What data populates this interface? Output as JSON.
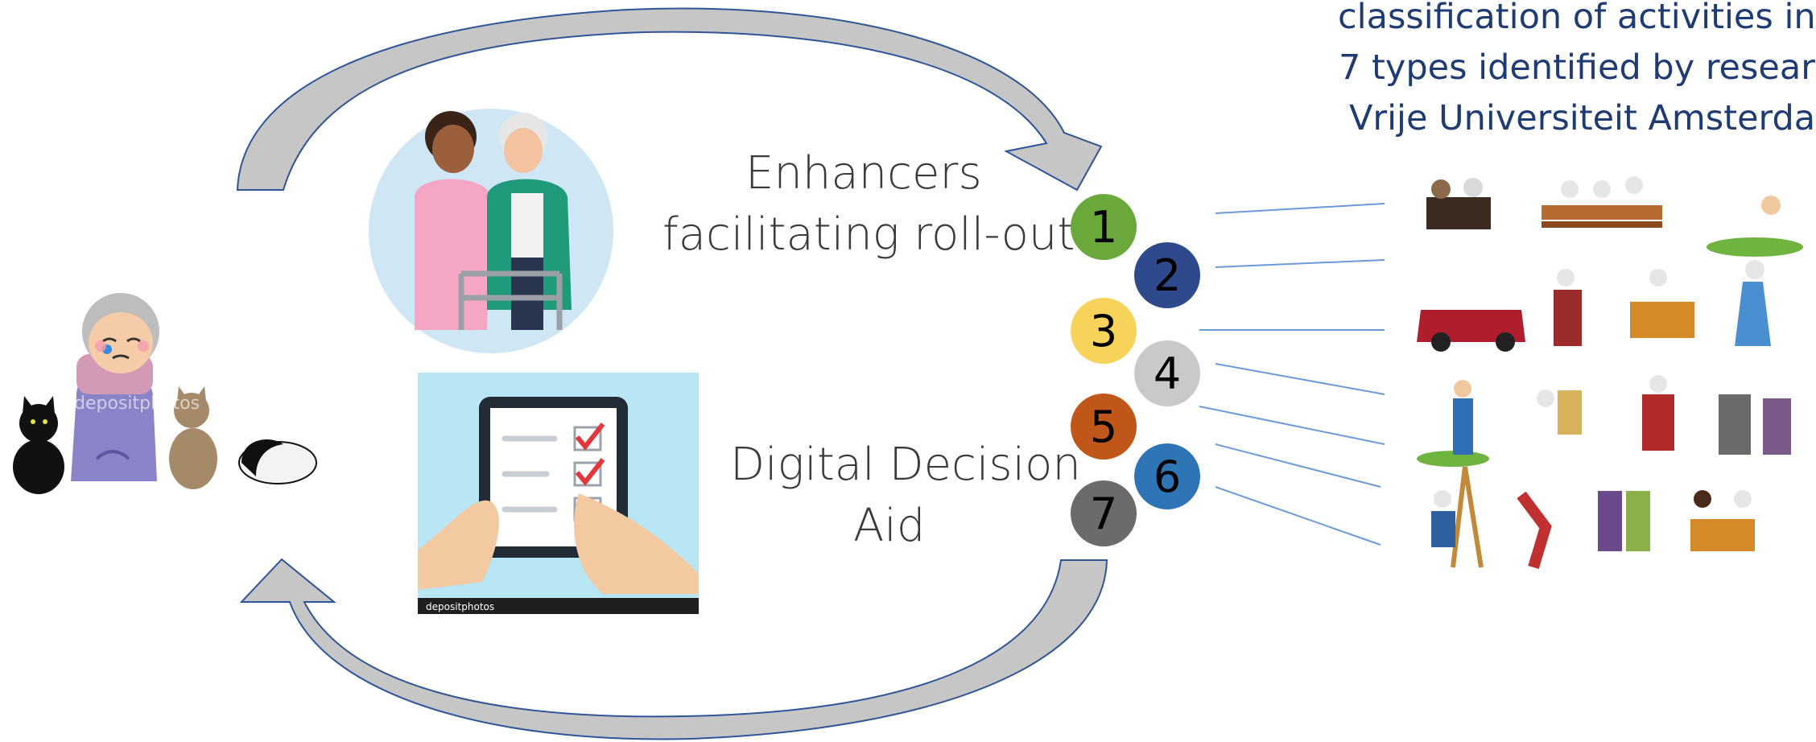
{
  "caption": {
    "line1": "classification of activities in",
    "line2": "7 types identified by resear",
    "line3": "Vrije Universiteit Amsterda"
  },
  "labels": {
    "enhancers_line1": "Enhancers",
    "enhancers_line2": "facilitating roll-out",
    "decision_line1": "Digital Decision",
    "decision_line2": "Aid"
  },
  "watermark": "depositphotos",
  "numbers": [
    {
      "label": "1",
      "color": "#6aa83c"
    },
    {
      "label": "2",
      "color": "#2e4a8c"
    },
    {
      "label": "3",
      "color": "#f7d35b"
    },
    {
      "label": "4",
      "color": "#c9c9c9"
    },
    {
      "label": "5",
      "color": "#c0561a"
    },
    {
      "label": "6",
      "color": "#2e75b6"
    },
    {
      "label": "7",
      "color": "#6b6b6b"
    }
  ],
  "colors": {
    "arrow_fill": "#c6c6c6",
    "arrow_stroke": "#2f5597",
    "connector": "#6a9bd8",
    "caption_text": "#1f3b73"
  }
}
